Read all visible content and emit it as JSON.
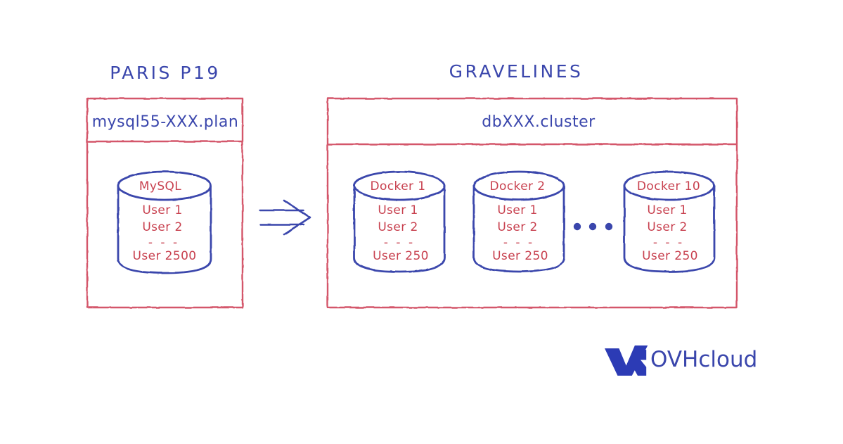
{
  "diagram": {
    "title_left": "PARIS P19",
    "title_right": "GRAVELINES",
    "colors": {
      "red": "#c8414f",
      "blue": "#3a46ac",
      "background": "#ffffff"
    },
    "left_zone": {
      "header": "mysql55-XXX.plan",
      "database": {
        "title": "MySQL",
        "lines": [
          "User 1",
          "User 2"
        ],
        "ellipsis": "- - -",
        "last_line": "User 2500"
      }
    },
    "arrow": {
      "icon": "double-line-arrow-right"
    },
    "right_zone": {
      "header": "dbXXX.cluster",
      "containers": [
        {
          "title": "Docker 1",
          "lines": [
            "User 1",
            "User 2"
          ],
          "ellipsis": "- - -",
          "last_line": "User 250"
        },
        {
          "title": "Docker 2",
          "lines": [
            "User 1",
            "User 2"
          ],
          "ellipsis": "- - -",
          "last_line": "User 250"
        },
        {
          "title": "Docker 10",
          "lines": [
            "User 1",
            "User 2"
          ],
          "ellipsis": "- - -",
          "last_line": "User 250"
        }
      ],
      "gap_ellipsis": "• • •"
    },
    "logo": {
      "mark": "ovhcloud-logo-mark",
      "text": "OVHcloud"
    }
  }
}
